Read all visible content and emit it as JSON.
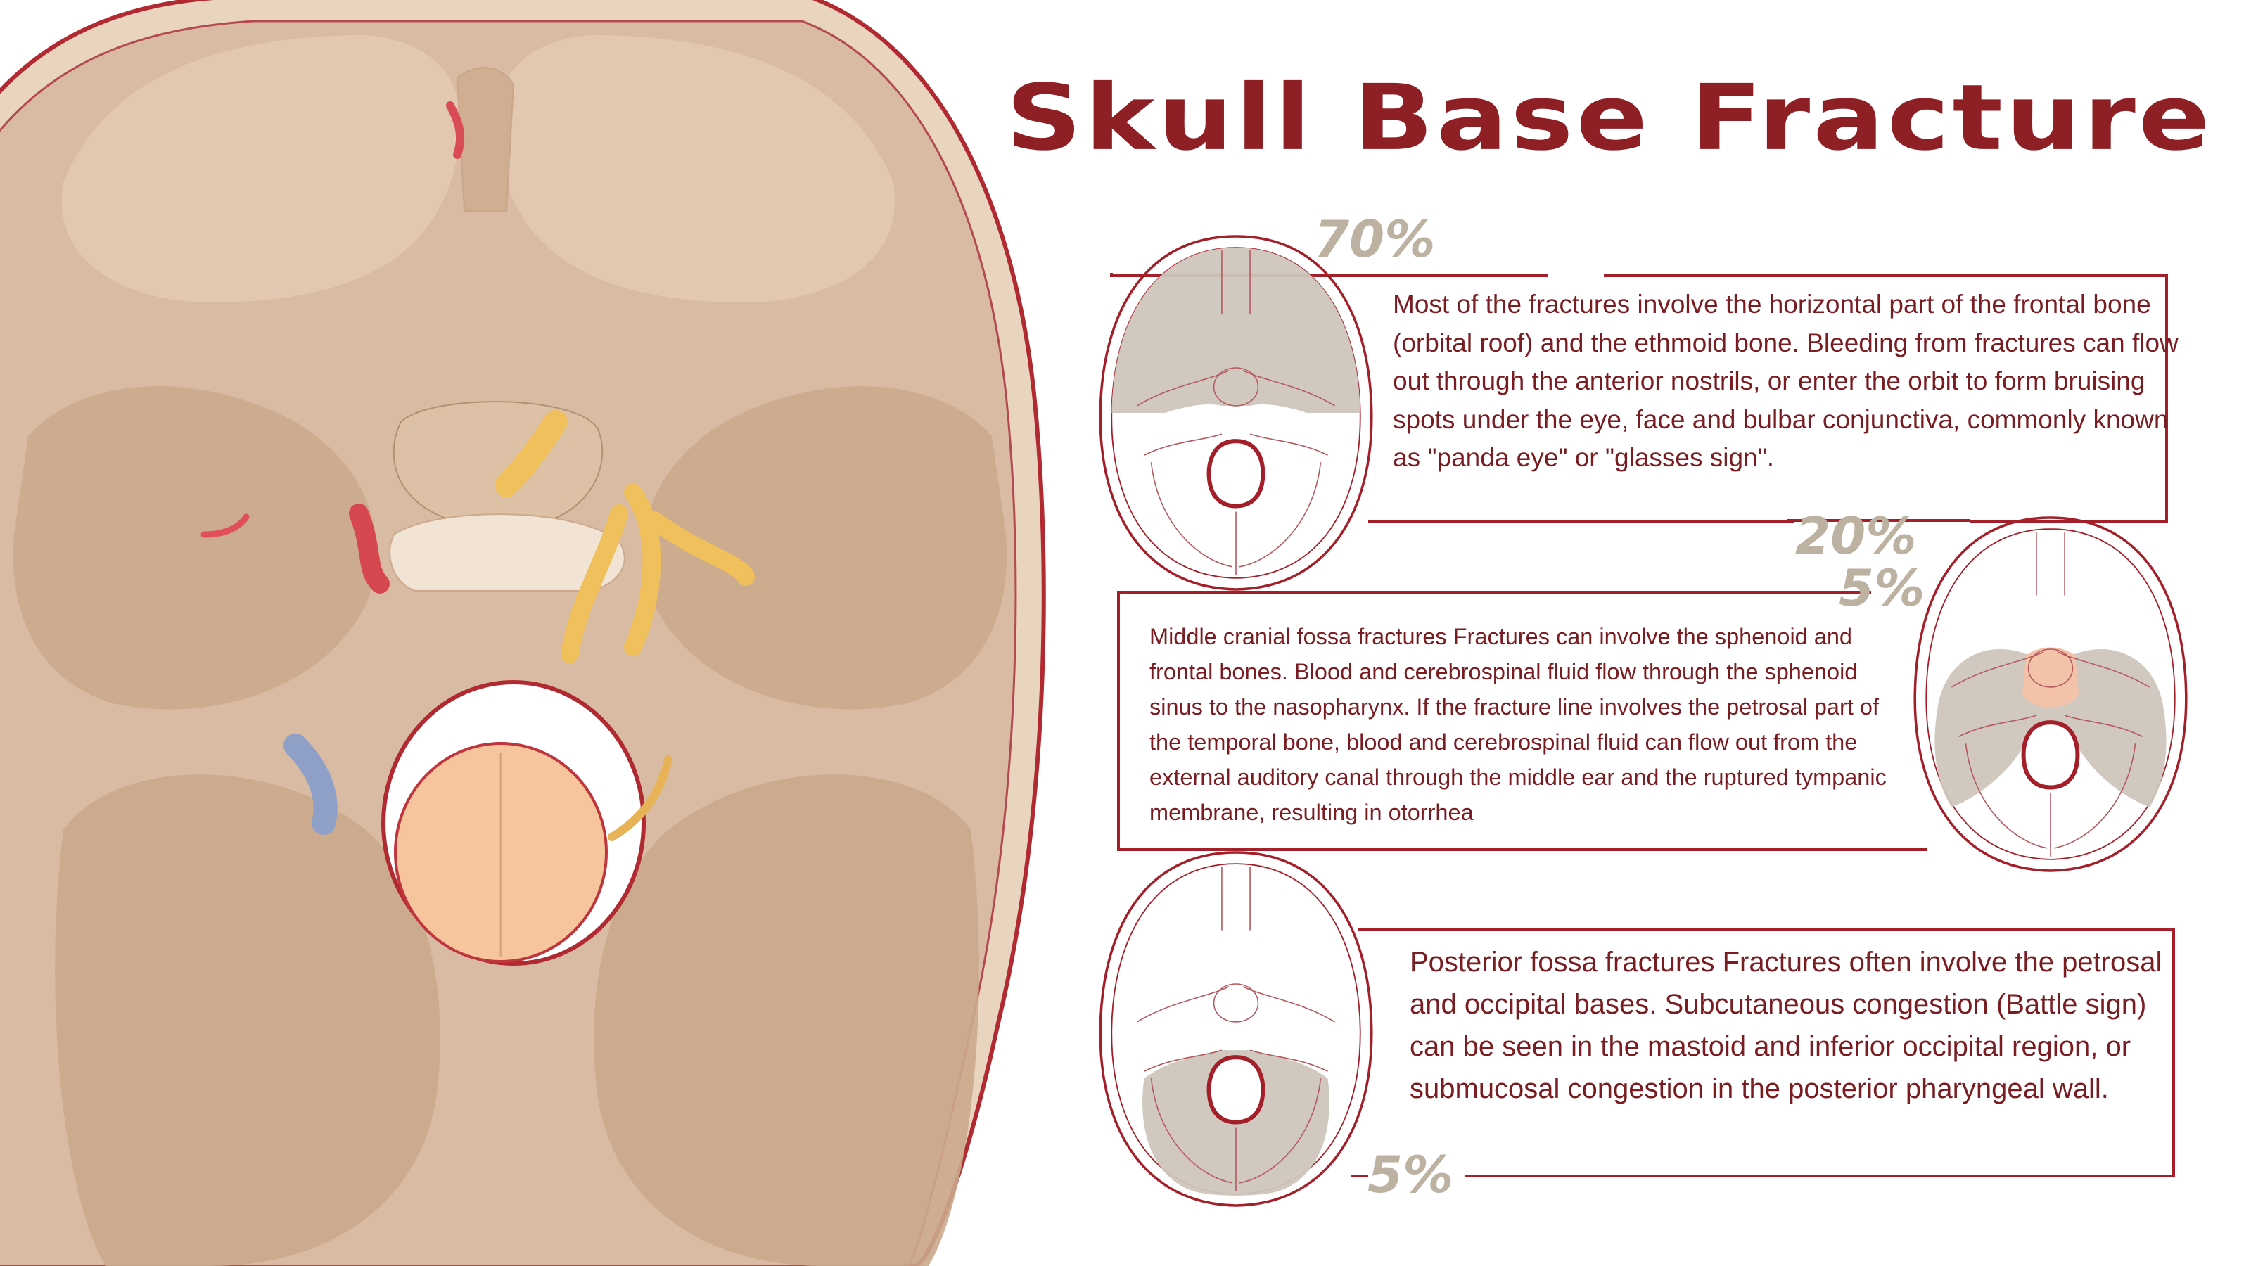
{
  "title": "Skull Base Fracture",
  "colors": {
    "accent_red": "#a3202a",
    "title_red": "#8e1f24",
    "percent_gray": "#bdb2a2",
    "bone": "#d9bda4",
    "highlight_gray": "#cfc6bc",
    "highlight_pink": "#f3c3a9"
  },
  "sections": [
    {
      "id": "anterior",
      "percent": "70%",
      "highlight": "anterior cranial fossa",
      "text": "Most of the fractures involve the horizontal part of the frontal bone (orbital roof) and the ethmoid bone. Bleeding from fractures can flow out through the anterior nostrils, or enter the orbit to form bruising spots under the eye, face and bulbar conjunctiva, commonly known as \"panda eye\" or \"glasses sign\"."
    },
    {
      "id": "middle",
      "percent": "20%",
      "percent_secondary": "5%",
      "highlight": "middle cranial fossa",
      "text": "Middle cranial fossa fractures Fractures can involve the sphenoid and frontal bones. Blood and cerebrospinal fluid flow through the sphenoid sinus to the nasopharynx. If the fracture line involves the petrosal part of the temporal bone, blood and cerebrospinal fluid can flow out from the external auditory canal through the middle ear and the ruptured tympanic membrane, resulting in otorrhea"
    },
    {
      "id": "posterior",
      "percent": "5%",
      "highlight": "posterior cranial fossa",
      "text": "Posterior fossa fractures Fractures often involve the petrosal and occipital bases. Subcutaneous congestion (Battle sign) can be seen in the mastoid and inferior occipital region, or submucosal congestion in the posterior pharyngeal wall."
    }
  ],
  "illustration": {
    "name": "skull-base-illustration",
    "structures": [
      "foramen-magnum",
      "spinal-cord",
      "optic-nerve",
      "internal-carotid-artery",
      "trigeminal-nerve",
      "jugular-vein"
    ]
  }
}
